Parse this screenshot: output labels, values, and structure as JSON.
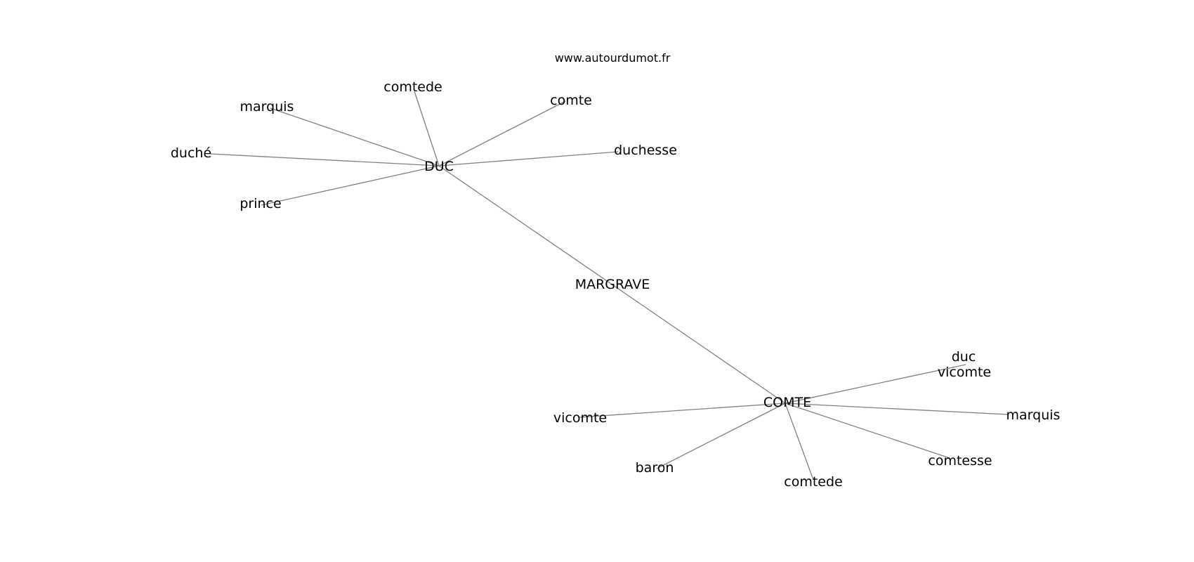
{
  "site_url": "www.autourdumot.fr",
  "nodes": [
    {
      "id": "duc_hub",
      "label": "DUC"
    },
    {
      "id": "margrave",
      "label": "MARGRAVE"
    },
    {
      "id": "comte_hub",
      "label": "COMTE"
    },
    {
      "id": "d_comtede",
      "label": "comtede"
    },
    {
      "id": "d_marquis",
      "label": "marquis"
    },
    {
      "id": "d_comte",
      "label": "comte"
    },
    {
      "id": "d_duche",
      "label": "duché"
    },
    {
      "id": "d_duchesse",
      "label": "duchesse"
    },
    {
      "id": "d_prince",
      "label": "prince"
    },
    {
      "id": "c_duc",
      "label": "duc"
    },
    {
      "id": "c_vicomte_r",
      "label": "vicomte"
    },
    {
      "id": "c_marquis",
      "label": "marquis"
    },
    {
      "id": "c_vicomte_l",
      "label": "vicomte"
    },
    {
      "id": "c_comtesse",
      "label": "comtesse"
    },
    {
      "id": "c_baron",
      "label": "baron"
    },
    {
      "id": "c_comtede",
      "label": "comtede"
    }
  ],
  "edges": [
    [
      "duc_hub",
      "comte_hub"
    ],
    [
      "duc_hub",
      "d_comtede"
    ],
    [
      "duc_hub",
      "d_marquis"
    ],
    [
      "duc_hub",
      "d_comte"
    ],
    [
      "duc_hub",
      "d_duche"
    ],
    [
      "duc_hub",
      "d_duchesse"
    ],
    [
      "duc_hub",
      "d_prince"
    ],
    [
      "comte_hub",
      "c_duc"
    ],
    [
      "comte_hub",
      "c_marquis"
    ],
    [
      "comte_hub",
      "c_vicomte_l"
    ],
    [
      "comte_hub",
      "c_comtesse"
    ],
    [
      "comte_hub",
      "c_baron"
    ],
    [
      "comte_hub",
      "c_comtede"
    ]
  ]
}
